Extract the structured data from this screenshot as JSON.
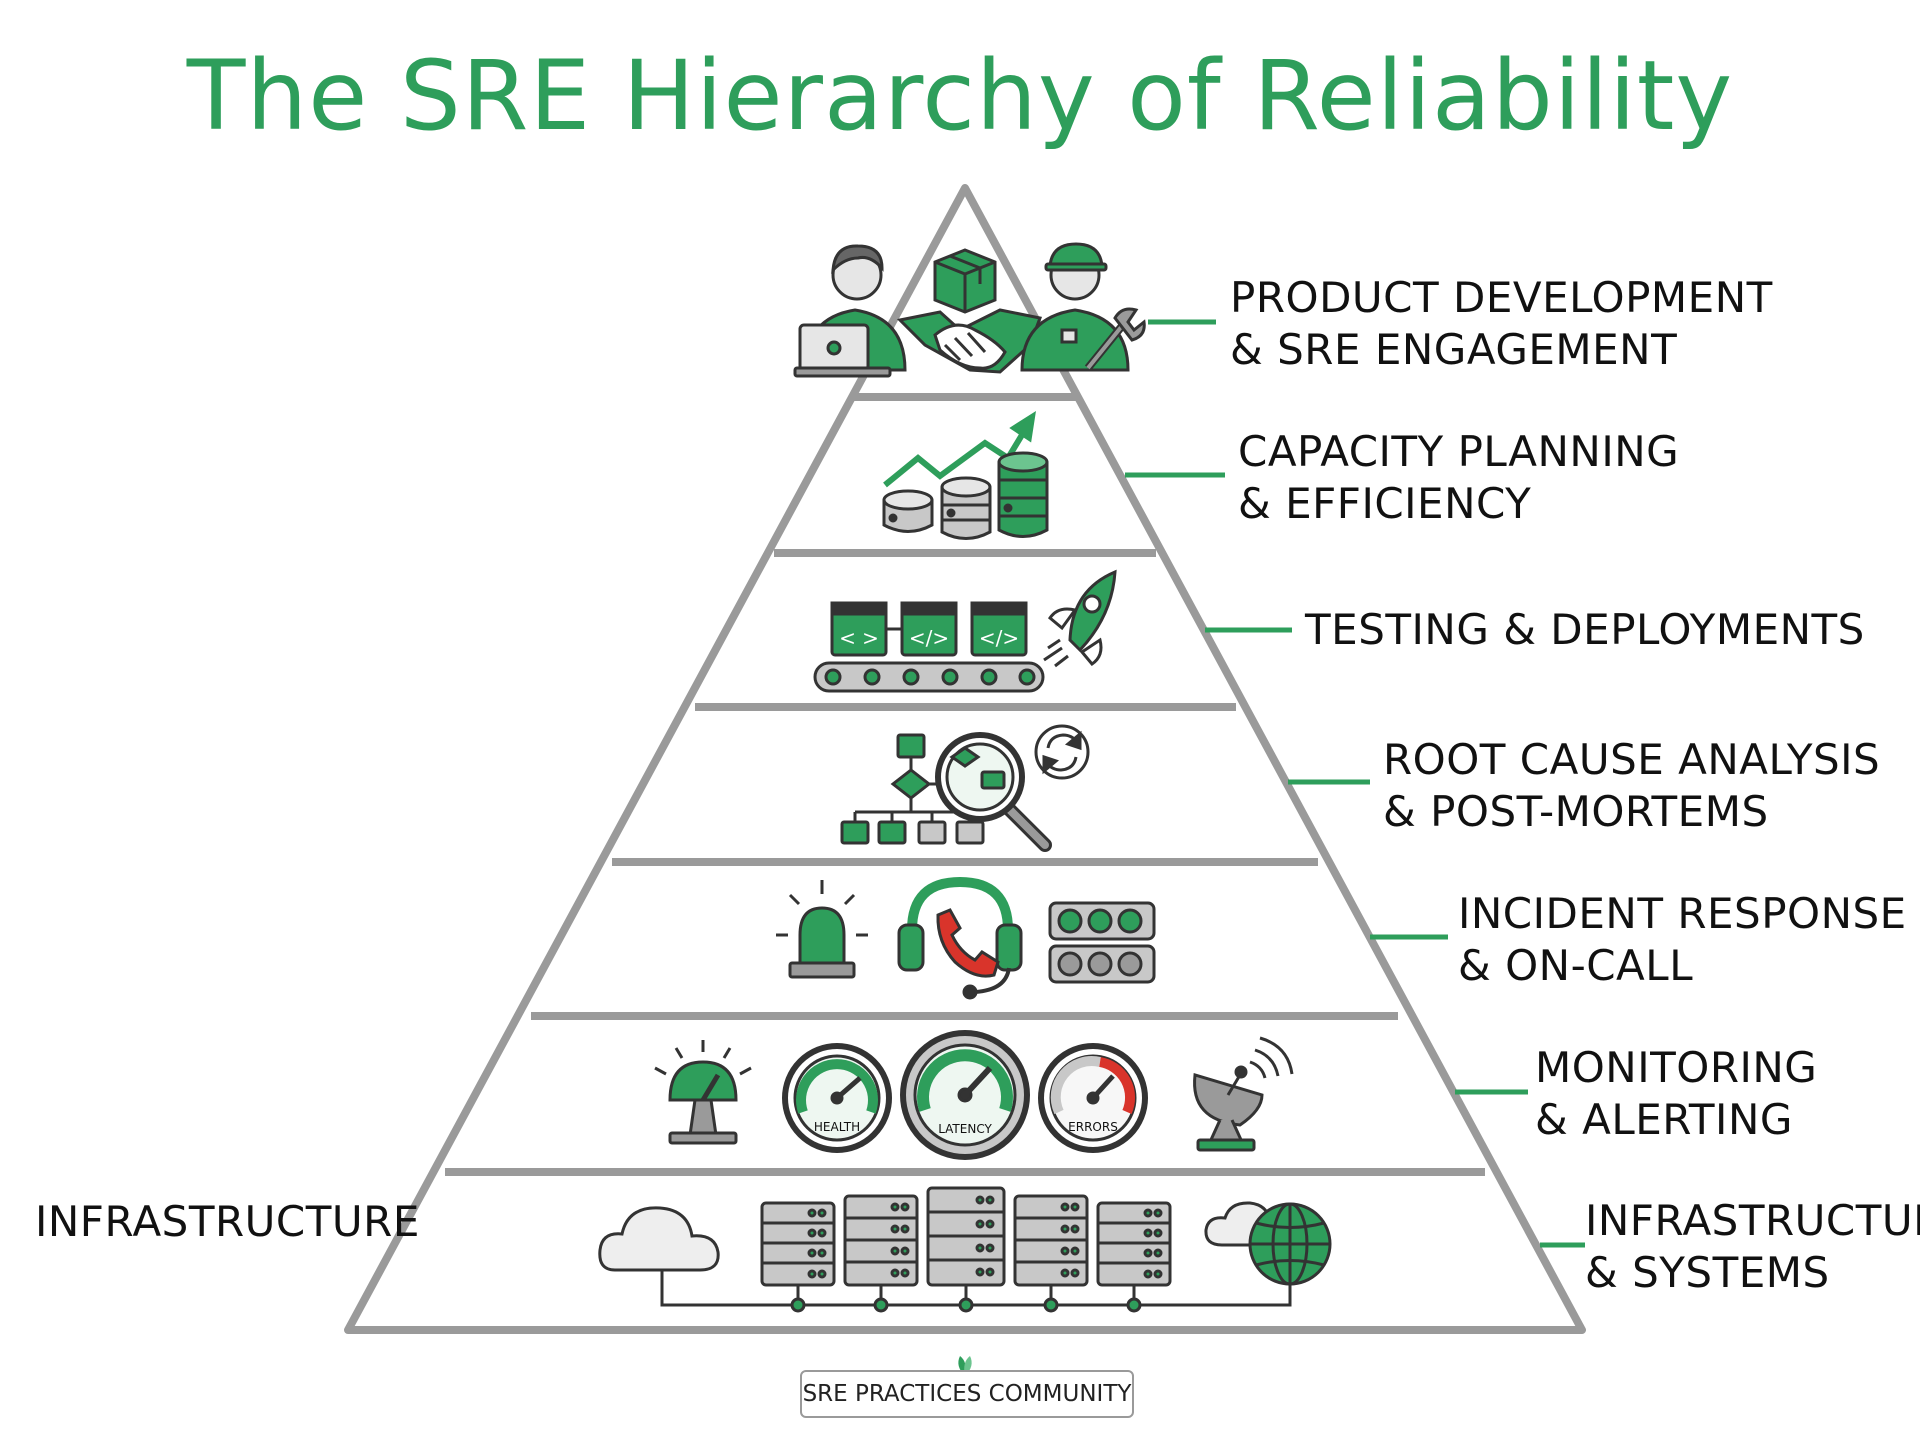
{
  "title": "The SRE Hierarchy of Reliability",
  "colors": {
    "accent": "#2e9e5b",
    "outline": "#9a9a9a",
    "alert": "#d9342b",
    "grey": "#c8c8c8"
  },
  "left_label": "INFRASTRUCTURE",
  "levels": [
    {
      "line1": "PRODUCT DEVELOPMENT",
      "line2": "& SRE ENGAGEMENT",
      "icons": [
        "developer-icon",
        "package-icon",
        "handshake-icon",
        "engineer-icon",
        "wrench-icon",
        "laptop-icon"
      ]
    },
    {
      "line1": "CAPACITY PLANNING",
      "line2": "& EFFICIENCY",
      "icons": [
        "growth-arrow-icon",
        "database-stack-icon"
      ]
    },
    {
      "line1": "TESTING & DEPLOYMENTS",
      "line2": "",
      "icons": [
        "code-window-icon",
        "conveyor-icon",
        "rocket-icon"
      ]
    },
    {
      "line1": "ROOT CAUSE ANALYSIS",
      "line2": "& POST-MORTEMS",
      "icons": [
        "flowchart-icon",
        "magnifier-icon",
        "refresh-icon"
      ]
    },
    {
      "line1": "INCIDENT RESPONSE",
      "line2": "& ON-CALL",
      "icons": [
        "siren-icon",
        "headset-phone-icon",
        "status-lights-icon"
      ]
    },
    {
      "line1": "MONITORING",
      "line2": "& ALERTING",
      "icons": [
        "dial-icon",
        "gauge-icon",
        "satellite-dish-icon"
      ]
    },
    {
      "line1": "INFRASTRUCTURE",
      "line2": "& SYSTEMS",
      "icons": [
        "cloud-icon",
        "server-rack-icon",
        "globe-icon"
      ]
    }
  ],
  "gauges": {
    "health": "HEALTH",
    "latency": "LATENCY",
    "errors": "ERRORS"
  },
  "footer": "SRE PRACTICES COMMUNITY"
}
